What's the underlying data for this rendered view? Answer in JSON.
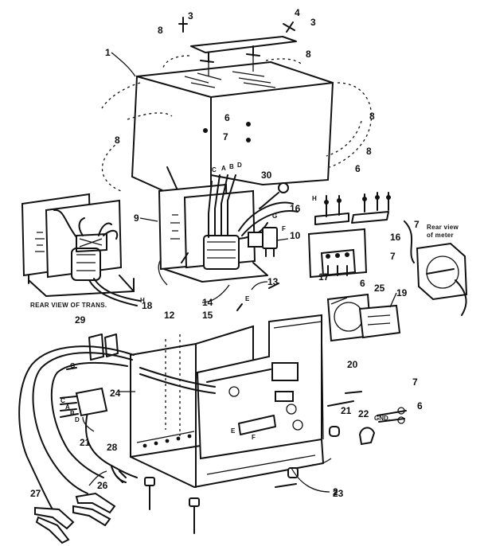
{
  "diagram": {
    "captions": {
      "rear_view_of_trans": "REAR VIEW OF TRANS.",
      "rear_view_of_meter_line1": "Rear view",
      "rear_view_of_meter_line2": "of meter",
      "trans_lead_h": "H",
      "gnd": "GND."
    },
    "wire_letters": {
      "top": [
        "C",
        "A",
        "B",
        "D"
      ],
      "g": "G",
      "f": "F",
      "h": "H",
      "e": "E",
      "cord_g": "G",
      "plug": [
        "C",
        "A",
        "B",
        "D"
      ],
      "front_e": "E",
      "front_f": "F"
    },
    "part_labels": {
      "p1": "1",
      "p2": "2",
      "p3a": "3",
      "p3b": "3",
      "p4": "4",
      "p6a": "6",
      "p6b": "6",
      "p6c": "6",
      "p6d": "6",
      "p7a": "7",
      "p7b": "7",
      "p7c": "7",
      "p7d": "7",
      "p8a": "8",
      "p8b": "8",
      "p8c": "8",
      "p8d": "8",
      "p8e": "8",
      "p9": "9",
      "p10": "10",
      "p12": "12",
      "p13": "13",
      "p14": "14",
      "p15": "15",
      "p16a": "16",
      "p16b": "16",
      "p17": "17",
      "p18": "18",
      "p19": "19",
      "p20": "20",
      "p21a": "21",
      "p21b": "21",
      "p22": "22",
      "p23": "23",
      "p24": "24",
      "p25": "25",
      "p26": "26",
      "p27": "27",
      "p28": "28",
      "p29": "29",
      "p30": "30"
    }
  }
}
